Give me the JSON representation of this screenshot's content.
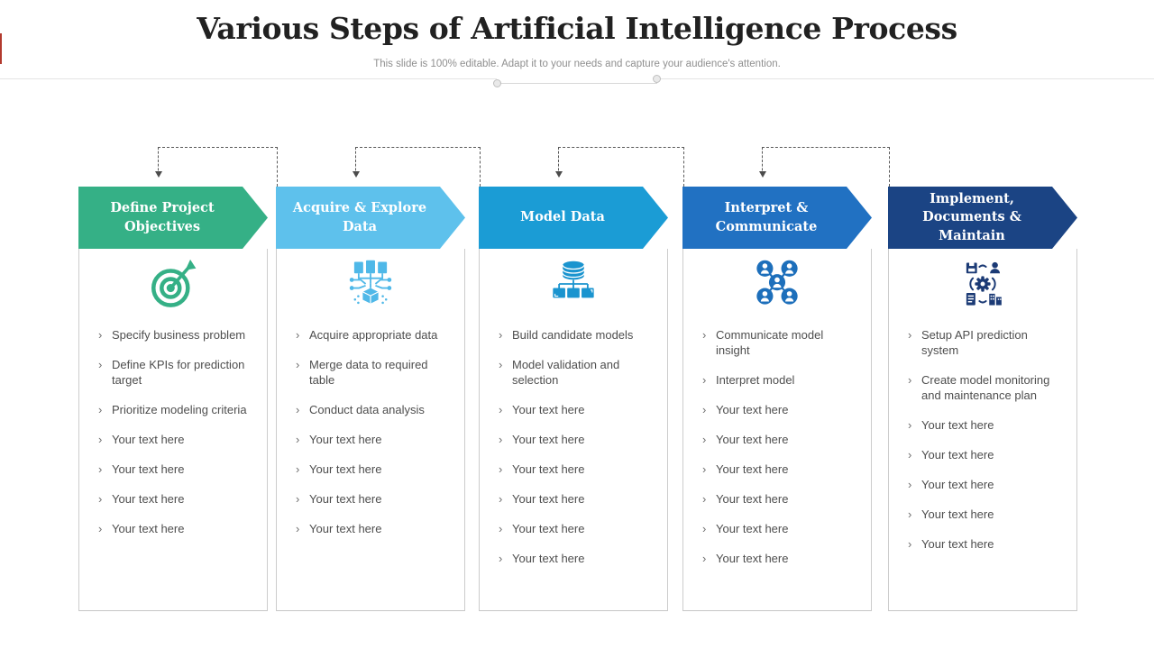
{
  "title": "Various Steps of Artificial Intelligence Process",
  "subtitle": "This slide is 100% editable. Adapt it to your needs and capture your audience's attention.",
  "bullet_marker": "›",
  "columns": [
    {
      "header": "Define Project Objectives",
      "color": "#35b086",
      "icon": "target-arrow-icon",
      "bullets": [
        "Specify business problem",
        "Define KPIs for prediction target",
        "Prioritize modeling criteria",
        "Your text here",
        "Your text here",
        "Your text here",
        "Your text here"
      ]
    },
    {
      "header": "Acquire & Explore Data",
      "color": "#5ec1ec",
      "icon": "data-acquisition-icon",
      "bullets": [
        "Acquire appropriate data",
        "Merge data to required table",
        "Conduct data analysis",
        "Your text here",
        "Your text here",
        "Your text here",
        "Your text here"
      ]
    },
    {
      "header": "Model Data",
      "color": "#1b9cd5",
      "icon": "database-model-icon",
      "bullets": [
        "Build candidate models",
        "Model validation and selection",
        "Your text here",
        "Your text here",
        "Your text here",
        "Your text here",
        "Your text here",
        "Your text here"
      ]
    },
    {
      "header": "Interpret & Communicate",
      "color": "#2171c2",
      "icon": "people-network-icon",
      "bullets": [
        "Communicate model insight",
        "Interpret model",
        "Your text here",
        "Your text here",
        "Your text here",
        "Your text here",
        "Your text here",
        "Your text here"
      ]
    },
    {
      "header": "Implement, Documents & Maintain",
      "color": "#1b4484",
      "icon": "maintenance-cycle-icon",
      "bullets": [
        "Setup API prediction system",
        "Create model monitoring and maintenance plan",
        "Your text here",
        "Your text here",
        "Your text here",
        "Your text here",
        "Your text here"
      ]
    }
  ]
}
